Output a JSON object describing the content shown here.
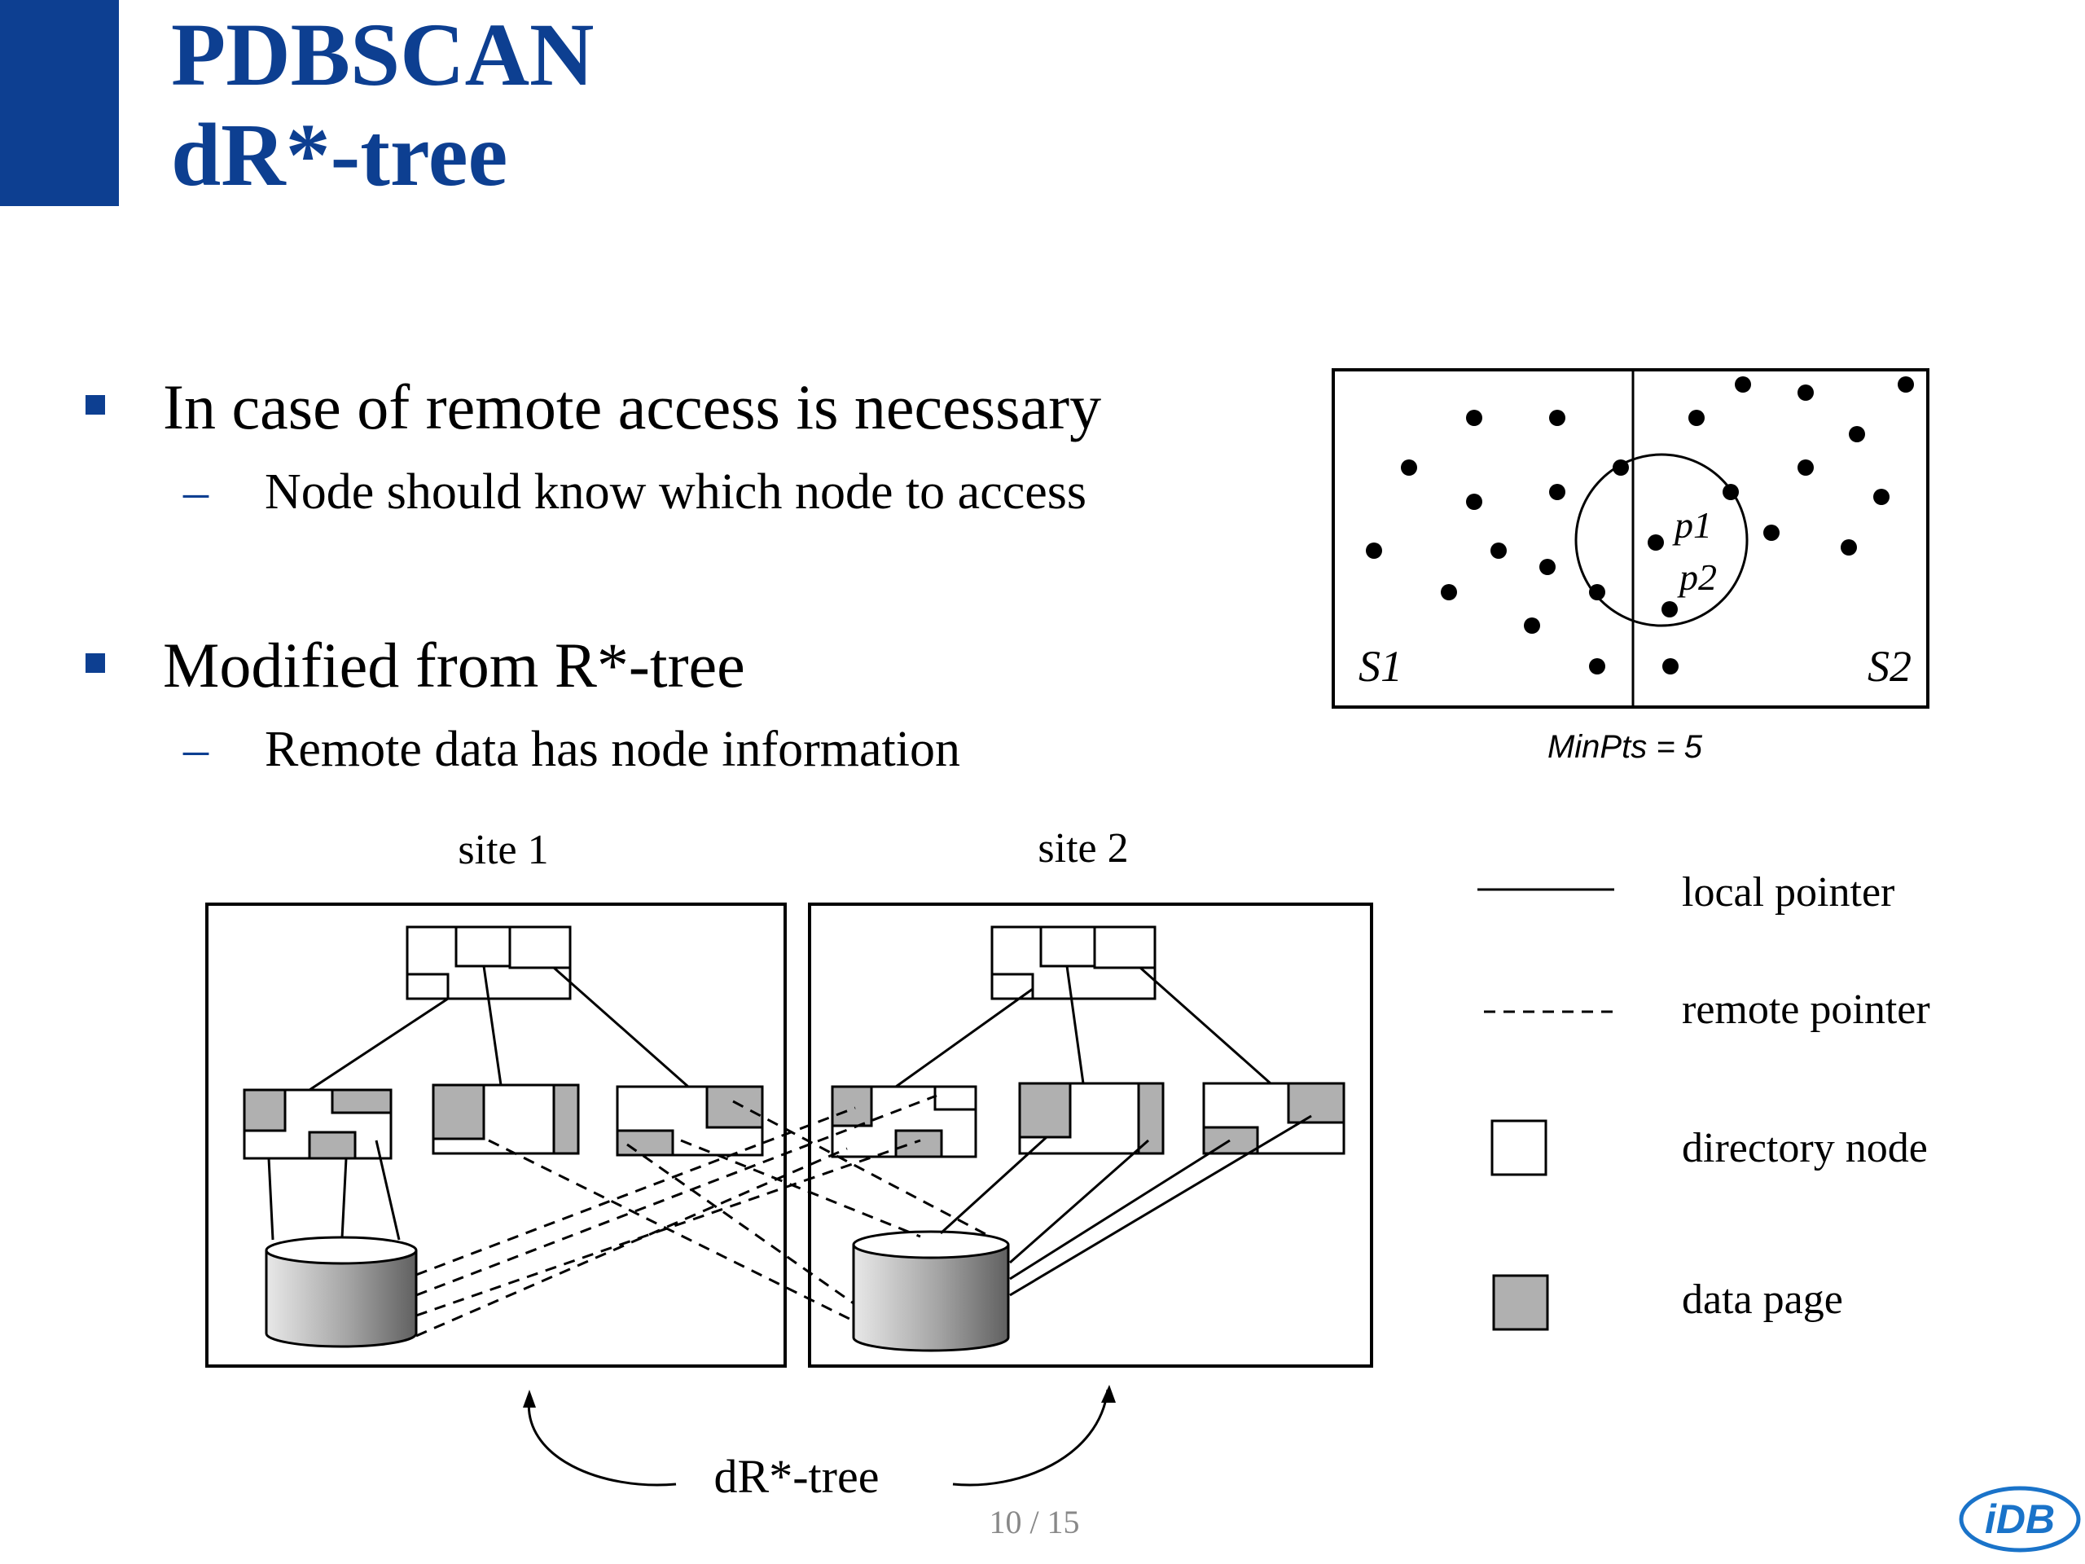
{
  "slide": {
    "title_line1": "PDBSCAN",
    "title_line2": "dR*-tree",
    "page_number": "10 / 15",
    "accent_color": "#0d3f91"
  },
  "bullets": [
    {
      "text": "In case of remote access is necessary",
      "sub": "Node should know which node to access"
    },
    {
      "text": "Modified from R*-tree",
      "sub": "Remote data has node information"
    }
  ],
  "sub_marker": "–",
  "partition_figure": {
    "left_label": "S1",
    "right_label": "S2",
    "point_labels": [
      "p1",
      "p2"
    ],
    "caption": "MinPts = 5"
  },
  "tree_figure": {
    "site1_label": "site 1",
    "site2_label": "site 2",
    "bottom_label": "dR*-tree",
    "legend": [
      {
        "symbol": "solid-line",
        "label": "local pointer"
      },
      {
        "symbol": "dashed-line",
        "label": "remote pointer"
      },
      {
        "symbol": "white-square",
        "label": "directory node"
      },
      {
        "symbol": "gray-square",
        "label": "data page"
      }
    ]
  },
  "logo": {
    "text": "iDB"
  }
}
